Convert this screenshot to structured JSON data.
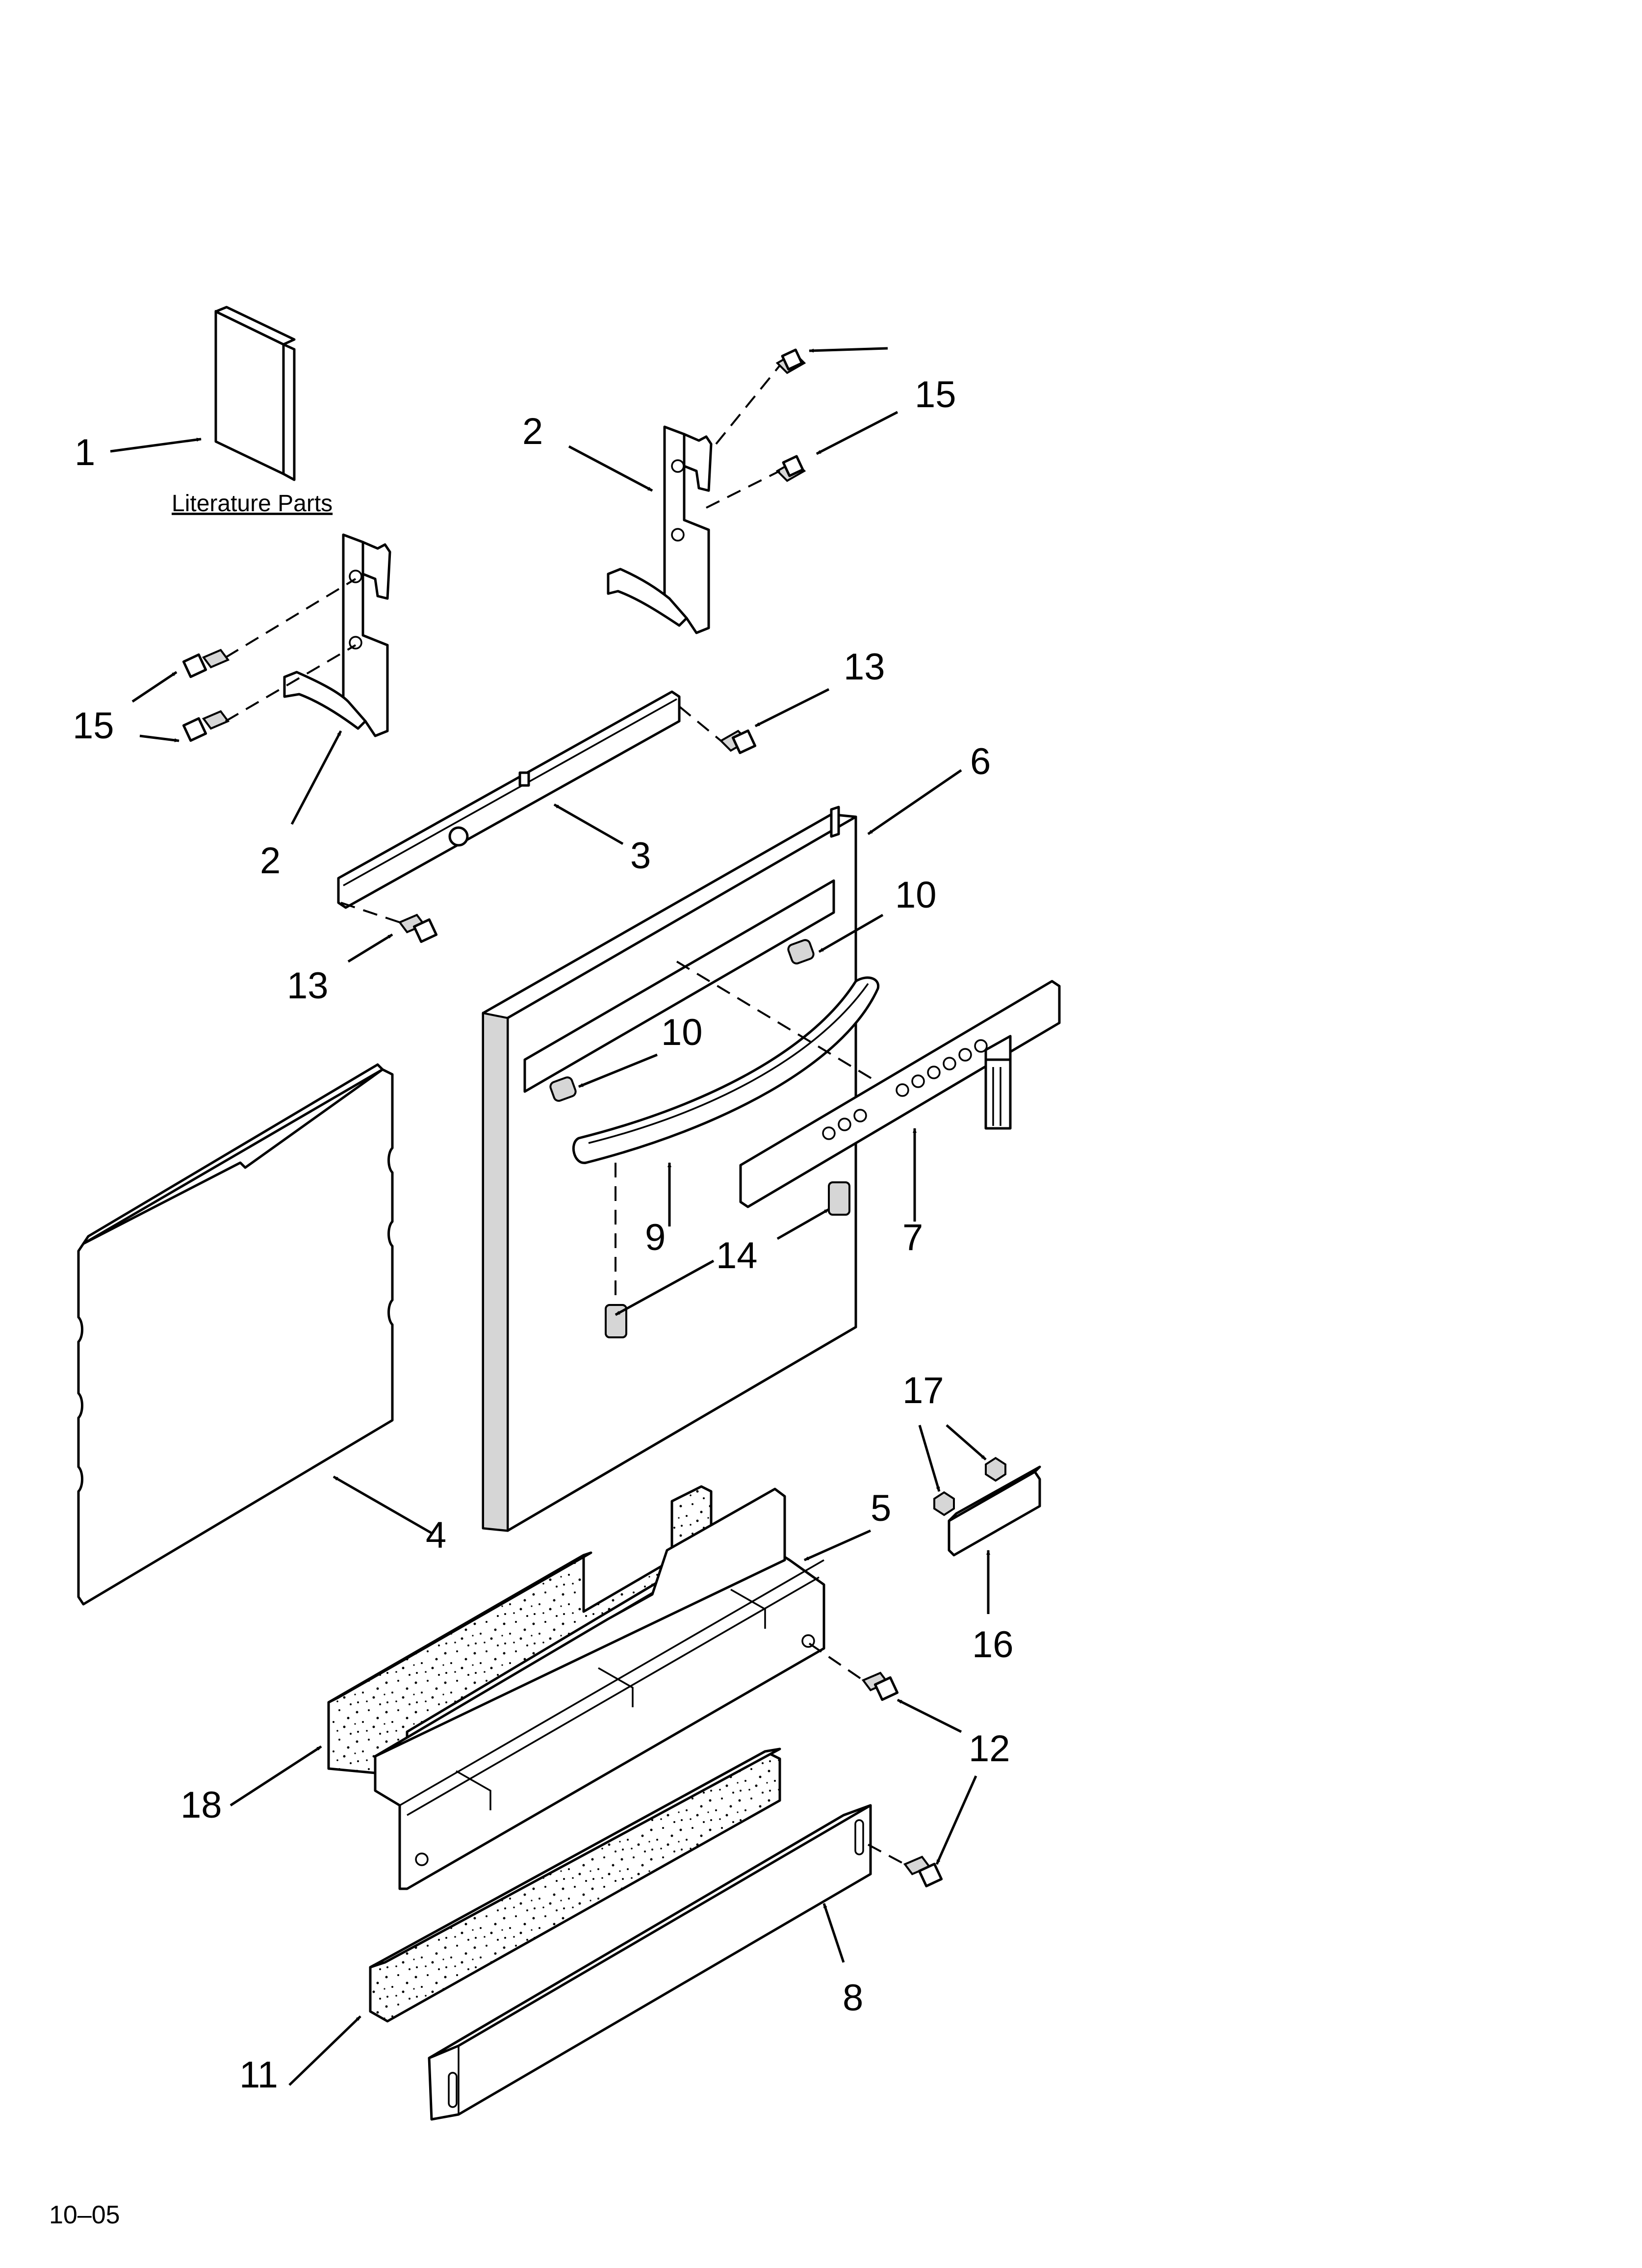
{
  "literature_caption": "Literature Parts",
  "footer_code": "10–05",
  "callouts": {
    "c1": "1",
    "c2a": "2",
    "c2b": "2",
    "c3": "3",
    "c4": "4",
    "c5": "5",
    "c6": "6",
    "c7": "7",
    "c8": "8",
    "c9": "9",
    "c10a": "10",
    "c10b": "10",
    "c11": "11",
    "c12": "12",
    "c13a": "13",
    "c13b": "13",
    "c14": "14",
    "c15a": "15",
    "c15b": "15",
    "c16": "16",
    "c17": "17",
    "c18": "18"
  }
}
